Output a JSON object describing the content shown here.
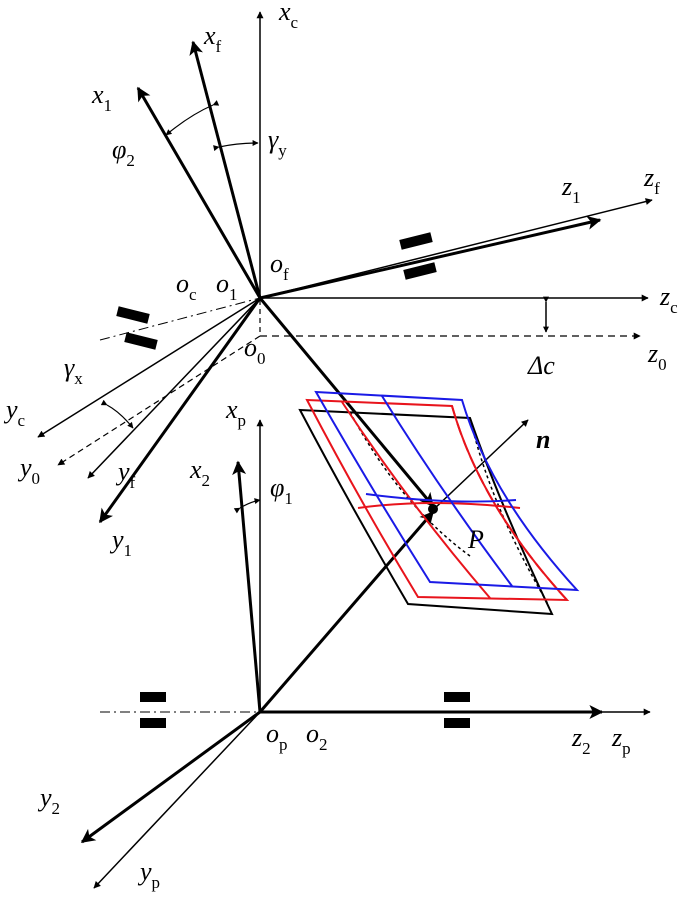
{
  "axes": {
    "xc": {
      "main": "x",
      "sub": "c"
    },
    "xf": {
      "main": "x",
      "sub": "f"
    },
    "x1": {
      "main": "x",
      "sub": "1"
    },
    "zc": {
      "main": "z",
      "sub": "c"
    },
    "z0": {
      "main": "z",
      "sub": "0"
    },
    "z1": {
      "main": "z",
      "sub": "1"
    },
    "zf": {
      "main": "z",
      "sub": "f"
    },
    "yc": {
      "main": "y",
      "sub": "c"
    },
    "y0": {
      "main": "y",
      "sub": "0"
    },
    "yf": {
      "main": "y",
      "sub": "f"
    },
    "y1": {
      "main": "y",
      "sub": "1"
    },
    "xp": {
      "main": "x",
      "sub": "p"
    },
    "x2": {
      "main": "x",
      "sub": "2"
    },
    "z2": {
      "main": "z",
      "sub": "2"
    },
    "zp": {
      "main": "z",
      "sub": "p"
    },
    "y2": {
      "main": "y",
      "sub": "2"
    },
    "yp": {
      "main": "y",
      "sub": "p"
    }
  },
  "origins": {
    "oc": {
      "main": "o",
      "sub": "c"
    },
    "o1": {
      "main": "o",
      "sub": "1"
    },
    "of": {
      "main": "o",
      "sub": "f"
    },
    "o0": {
      "main": "o",
      "sub": "0"
    },
    "op": {
      "main": "o",
      "sub": "p"
    },
    "o2": {
      "main": "o",
      "sub": "2"
    }
  },
  "angles": {
    "phi2": {
      "main": "φ",
      "sub": "2"
    },
    "gamma_y": {
      "main": "γ",
      "sub": "y"
    },
    "gamma_x": {
      "main": "γ",
      "sub": "x"
    },
    "phi1": {
      "main": "φ",
      "sub": "1"
    },
    "delta_c": {
      "main": "Δc"
    }
  },
  "point": {
    "label": "P"
  },
  "normal": {
    "label": "n"
  },
  "colors": {
    "axis": "#000000",
    "surface_red": "#e8141c",
    "surface_blue": "#1a1ae6"
  }
}
